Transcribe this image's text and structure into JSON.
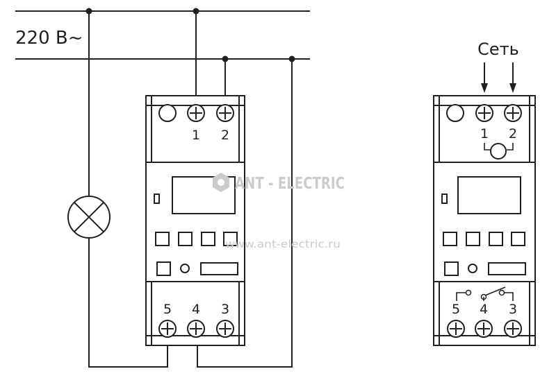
{
  "supply_label": "220 B~",
  "network_label": "Сеть",
  "terminal_numbers_top": [
    "1",
    "2"
  ],
  "terminal_numbers_bottom": [
    "5",
    "4",
    "3"
  ],
  "watermark": {
    "brand": "ANT - ELECTRIC",
    "url": "www.ant-electric.ru"
  },
  "colors": {
    "line": "#231f20",
    "watermark": "#c9cbcd",
    "background": "#ffffff"
  }
}
